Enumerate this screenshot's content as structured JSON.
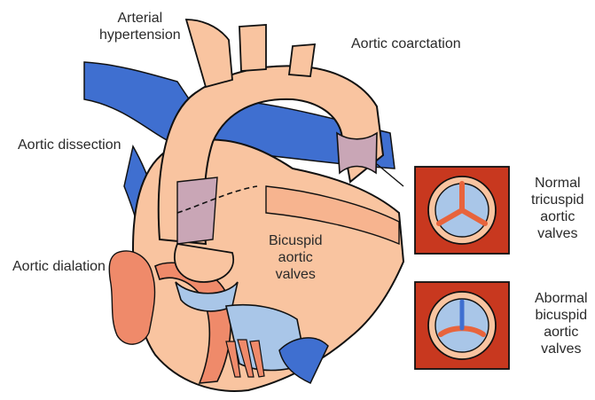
{
  "labels": {
    "arterial_hypertension": [
      "Arterial",
      "hypertension"
    ],
    "aortic_coarctation": "Aortic coarctation",
    "aortic_dissection": "Aortic dissection",
    "aortic_dialation": "Aortic dialation",
    "bicuspid_aortic_valves": [
      "Bicuspid",
      "aortic",
      "valves"
    ],
    "normal_tricuspid": [
      "Normal",
      "tricuspid",
      "aortic",
      "valves"
    ],
    "abnormal_bicuspid": [
      "Abormal",
      "bicuspid",
      "aortic",
      "valves"
    ]
  },
  "colors": {
    "heart_peach": "#f9c4a0",
    "heart_salmon": "#ef8a6a",
    "vessel_blue": "#3f6fd0",
    "valve_light_blue": "#a9c6e8",
    "dissection_mauve": "#c9a6b6",
    "valve_frame_red": "#c8381f",
    "valve_leaflet_orange": "#e8643c",
    "outline": "#111111"
  }
}
